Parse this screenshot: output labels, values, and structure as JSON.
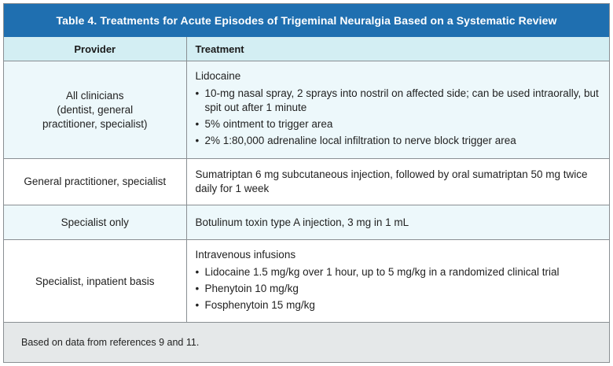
{
  "title": "Table 4. Treatments for Acute Episodes of Trigeminal Neuralgia Based on a Systematic Review",
  "headers": {
    "provider": "Provider",
    "treatment": "Treatment"
  },
  "rows": [
    {
      "provider_lines": [
        "All clinicians",
        "(dentist, general",
        "practitioner, specialist)"
      ],
      "lead": "Lidocaine",
      "bullets": [
        "10-mg nasal spray, 2 sprays into nostril on affected side; can be used intraorally, but spit out after 1 minute",
        "5% ointment to trigger area",
        "2% 1:80,000 adrenaline local infiltration to nerve block trigger area"
      ]
    },
    {
      "provider_lines": [
        "General practitioner, specialist"
      ],
      "lead": "Sumatriptan 6 mg subcutaneous injection, followed by oral sumatriptan 50 mg twice daily for 1 week",
      "bullets": []
    },
    {
      "provider_lines": [
        "Specialist only"
      ],
      "lead": "Botulinum toxin type A injection, 3 mg in 1 mL",
      "bullets": []
    },
    {
      "provider_lines": [
        "Specialist, inpatient basis"
      ],
      "lead": "Intravenous infusions",
      "bullets": [
        "Lidocaine 1.5 mg/kg over 1 hour, up to 5 mg/kg in a randomized clinical trial",
        "Phenytoin 10 mg/kg",
        "Fosphenytoin 15 mg/kg"
      ]
    }
  ],
  "footnote": "Based on data from references 9 and 11.",
  "colors": {
    "title_bg": "#1f6fb0",
    "header_bg": "#d3eef3",
    "row_shade": "#edf8fb",
    "footer_bg": "#e5e8e9"
  }
}
